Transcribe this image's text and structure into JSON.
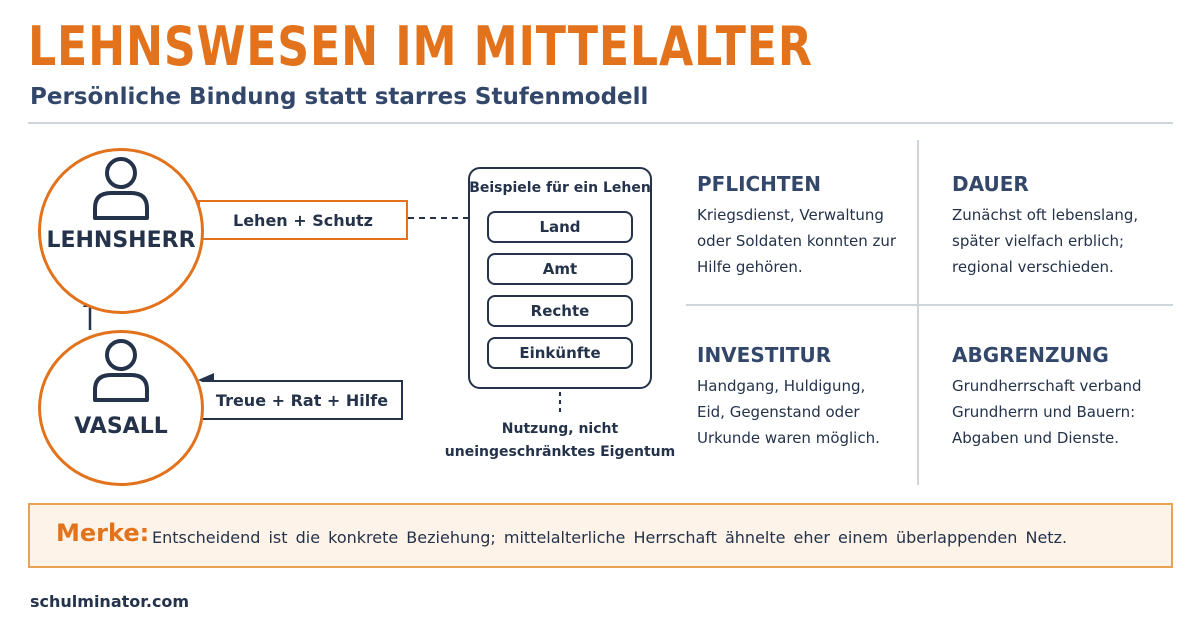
{
  "header": {
    "title": "LEHNSWESEN IM MITTELALTER",
    "subtitle": "Persönliche Bindung statt starres Stufenmodell"
  },
  "diagram": {
    "lehnsherr": {
      "label": "LEHNSHERR",
      "icon": "person-icon"
    },
    "vasall": {
      "label": "VASALL",
      "icon": "person-icon"
    },
    "relation_down": "Lehen + Schutz",
    "relation_up": "Treue + Rat + Hilfe",
    "lehen_examples": {
      "title": "Beispiele für ein Lehen",
      "items": [
        "Land",
        "Amt",
        "Rechte",
        "Einkünfte"
      ]
    },
    "usage_note": [
      "Nutzung, nicht",
      "uneingeschränktes Eigentum"
    ]
  },
  "info": [
    {
      "heading": "PFLICHTEN",
      "text": "Kriegsdienst, Verwaltung oder Soldaten konnten zur Hilfe gehören."
    },
    {
      "heading": "DAUER",
      "text": "Zunächst oft lebenslang, später vielfach erblich; regional verschieden."
    },
    {
      "heading": "INVESTITUR",
      "text": "Handgang, Huldigung, Eid, Gegenstand oder Urkunde waren möglich."
    },
    {
      "heading": "ABGRENZUNG",
      "text": "Grundherrschaft verband Grundherrn und Bauern: Abgaben und Dienste."
    }
  ],
  "merke": {
    "label": "Merke:",
    "text": "Entscheidend ist die konkrete Beziehung; mittelalterliche Herrschaft ähnelte eher einem überlappenden Netz."
  },
  "footer": {
    "site": "schulminator.com"
  },
  "colors": {
    "accent": "#e2731c",
    "navy": "#24324a",
    "rule": "#cfd5dd",
    "merke_bg": "#fdf3e8"
  }
}
